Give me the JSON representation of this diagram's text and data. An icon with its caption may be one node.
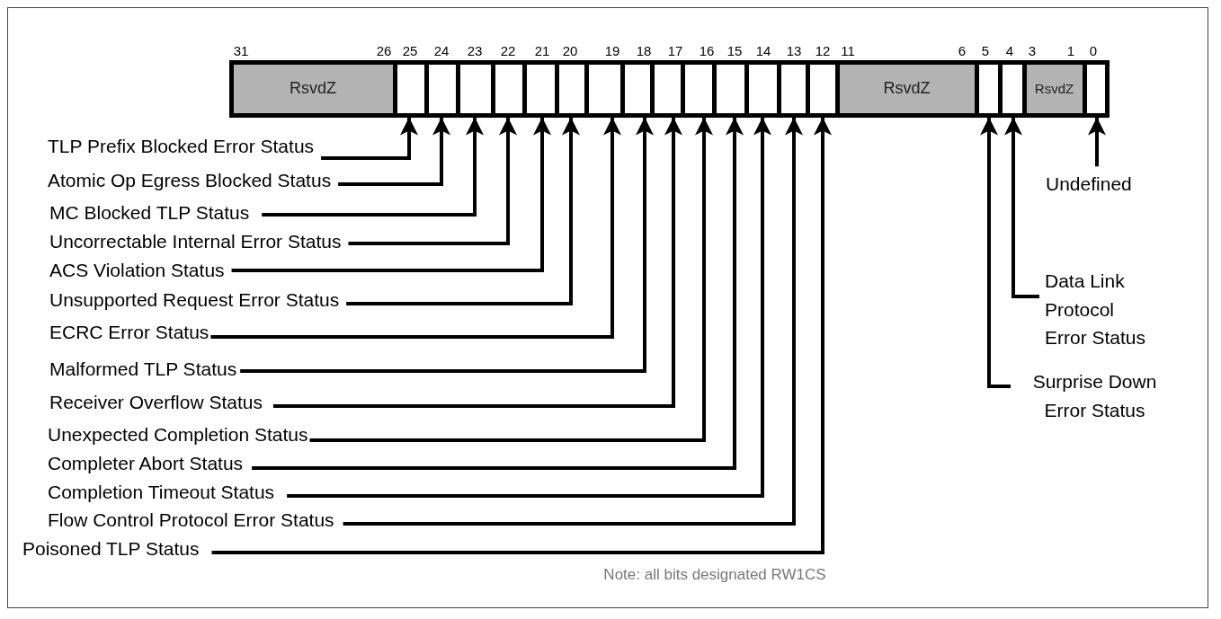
{
  "diagram": {
    "nodes": [
      {
        "text": [
          "RsvdZ"
        ]
      },
      {
        "text": [],
        "shape": "box"
      },
      {
        "text": [],
        "shape": "box"
      },
      {
        "text": [],
        "shape": "box"
      },
      {
        "text": [],
        "shape": "box"
      },
      {
        "text": [],
        "shape": "box"
      },
      {
        "text": [],
        "shape": "box"
      },
      {
        "text": [],
        "shape": "box"
      },
      {
        "text": [],
        "shape": "box"
      },
      {
        "text": [],
        "shape": "box"
      },
      {
        "text": [],
        "shape": "box"
      },
      {
        "text": [],
        "shape": "box"
      },
      {
        "text": [],
        "shape": "box"
      },
      {
        "text": [],
        "shape": "box"
      },
      {
        "text": [],
        "shape": "box"
      },
      {
        "text": [
          "RsvdZ"
        ]
      },
      {
        "text": [],
        "shape": "box"
      },
      {
        "text": [],
        "shape": "box"
      },
      {
        "text": [
          "RsvdZ"
        ]
      },
      {
        "text": [],
        "shape": "box"
      },
      {
        "text": [
          "TLP Prefix Blocked Error Status"
        ]
      },
      {
        "text": [
          "Atomic Op Egress Blocked Status"
        ]
      },
      {
        "text": [
          "MC Blocked TLP Status"
        ]
      },
      {
        "text": [
          "Uncorrectable Internal Error Status"
        ]
      },
      {
        "text": [
          "ACS Violation Status"
        ]
      },
      {
        "text": [
          "Unsupported Request Error Status"
        ]
      },
      {
        "text": [
          "ECRC Error Status"
        ]
      },
      {
        "text": [
          "Malformed TLP Status"
        ]
      },
      {
        "text": [
          "Receiver Overflow Status"
        ]
      },
      {
        "text": [
          "Unexpected Completion Status"
        ]
      },
      {
        "text": [
          "Completer Abort Status"
        ]
      },
      {
        "text": [
          "Completion Timeout Status"
        ]
      },
      {
        "text": [
          "Flow Control Protocol Error Status"
        ]
      },
      {
        "text": [
          "Poisoned TLP Status"
        ]
      },
      {
        "text": [
          "Undefined"
        ]
      },
      {
        "text": [
          "Data Link Protocol Error Status"
        ]
      },
      {
        "text": [
          "Surprise Down Error Status"
        ]
      }
    ],
    "edges": [
      {
        "from": 20,
        "to": 1,
        "arrow": "to"
      },
      {
        "from": 21,
        "to": 2,
        "arrow": "to"
      },
      {
        "from": 22,
        "to": 3,
        "arrow": "to"
      },
      {
        "from": 23,
        "to": 4,
        "arrow": "to"
      },
      {
        "from": 24,
        "to": 5,
        "arrow": "to"
      },
      {
        "from": 25,
        "to": 6,
        "arrow": "to"
      },
      {
        "from": 26,
        "to": 7,
        "arrow": "to"
      },
      {
        "from": 27,
        "to": 8,
        "arrow": "to"
      },
      {
        "from": 28,
        "to": 9,
        "arrow": "to"
      },
      {
        "from": 29,
        "to": 10,
        "arrow": "to"
      },
      {
        "from": 30,
        "to": 11,
        "arrow": "to"
      },
      {
        "from": 31,
        "to": 12,
        "arrow": "to"
      },
      {
        "from": 32,
        "to": 13,
        "arrow": "to"
      },
      {
        "from": 33,
        "to": 14,
        "arrow": "to"
      },
      {
        "from": 34,
        "to": 19,
        "arrow": "to"
      },
      {
        "from": 35,
        "to": 17,
        "arrow": "to"
      },
      {
        "from": 36,
        "to": 16,
        "arrow": "to"
      }
    ],
    "labels": [
      "31",
      "26",
      "25",
      "24",
      "23",
      "22",
      "21",
      "20",
      "19",
      "18",
      "17",
      "16",
      "15",
      "14",
      "13",
      "12",
      "11",
      "6",
      "5",
      "4",
      "3",
      "1",
      "0",
      "Note: all bits designated RW1CS"
    ]
  }
}
